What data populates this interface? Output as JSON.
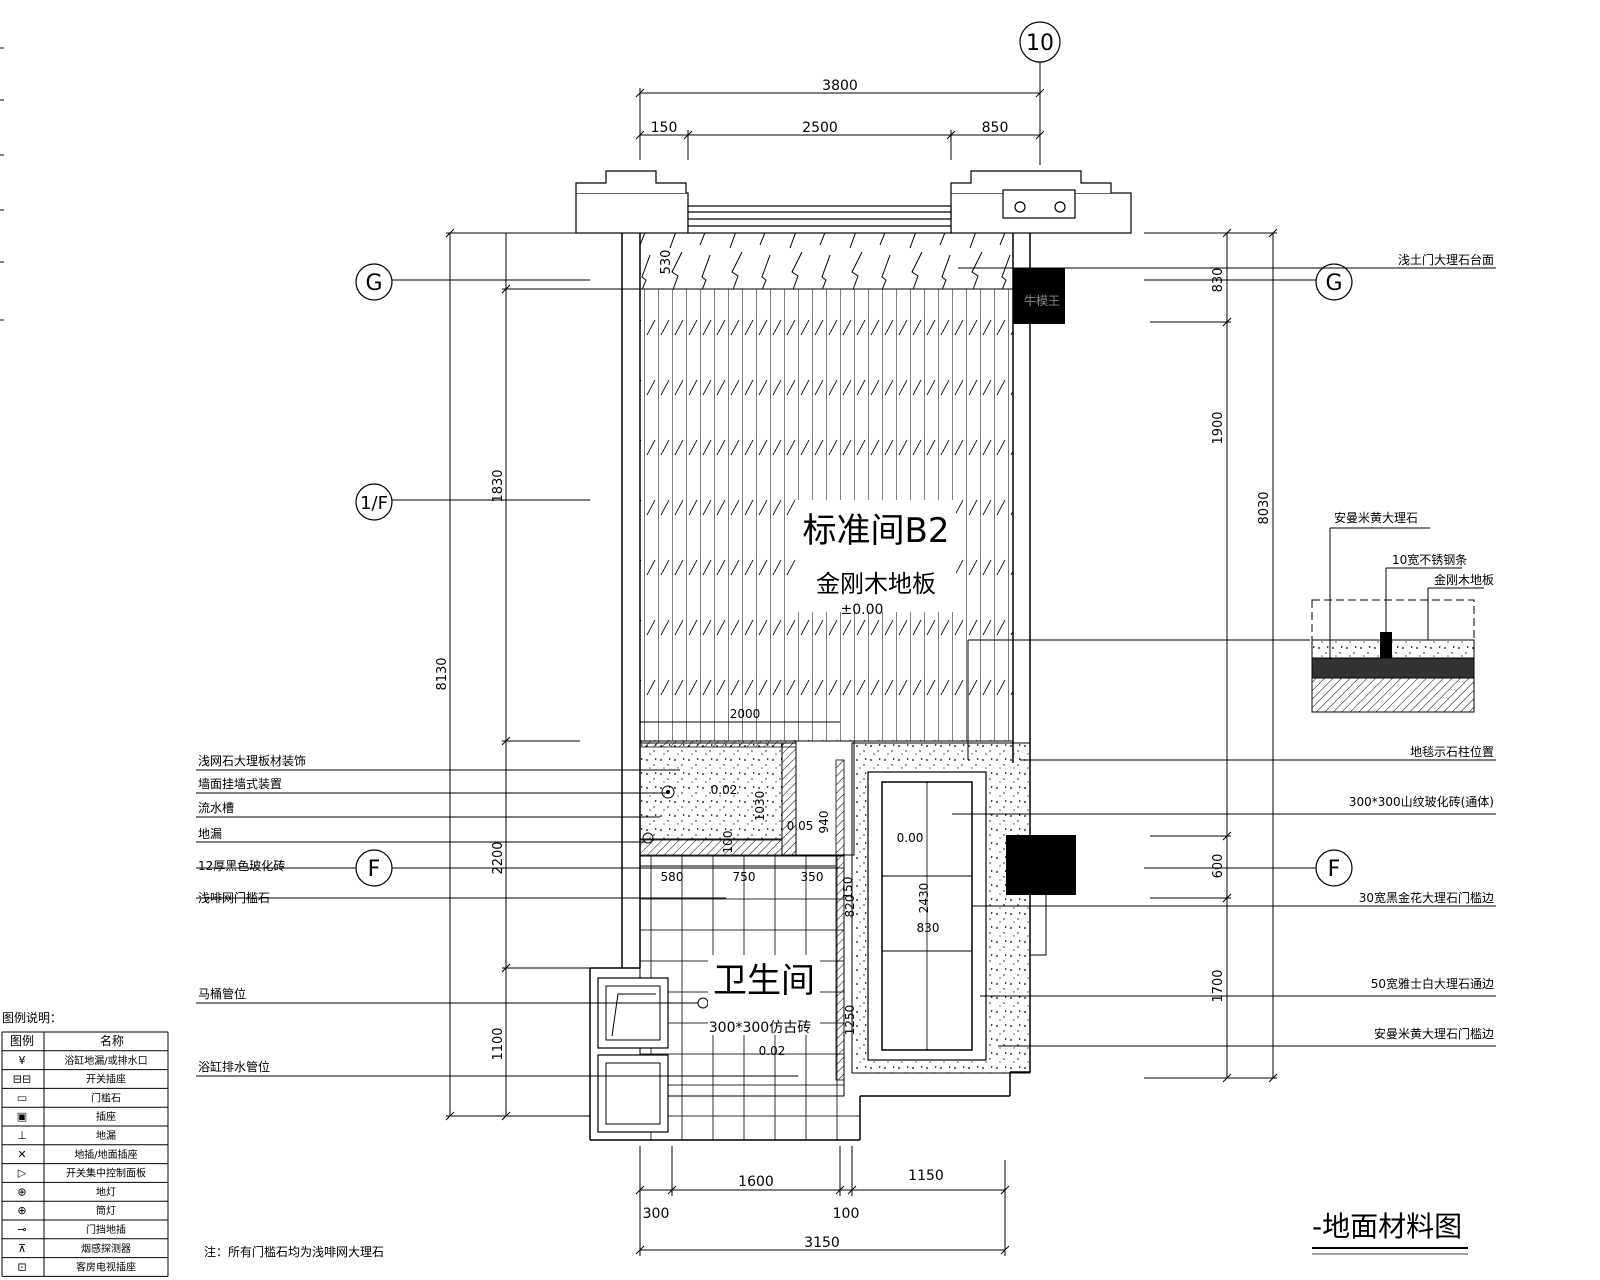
{
  "drawing": {
    "title": "-地面材料图",
    "note": "注：所有门槛石均为浅啡网大理石",
    "room_main": "标准间B2",
    "room_main_floor": "金刚木地板",
    "room_main_level": "±0.00",
    "room_bath": "卫生间",
    "room_bath_floor": "300*300仿古砖",
    "bath_level": "0.02",
    "wash_level": "0.02",
    "shower_level": "0.00",
    "step_level": "0.05",
    "watermark": "牛模王"
  },
  "axes": {
    "top": "10",
    "g_left": "G",
    "g_right": "G",
    "f_left": "F",
    "f_right": "F",
    "f_half": "1/F"
  },
  "dimensions": {
    "top_total": "3800",
    "top_a": "150",
    "top_b": "2500",
    "top_c": "850",
    "left_total": "8130",
    "left_a": "530",
    "left_b": "1830",
    "left_c": "2200",
    "left_d": "1100",
    "right_total": "8030",
    "right_a": "830",
    "right_b": "1900",
    "right_c": "600",
    "right_d": "1700",
    "bottom_total": "3150",
    "bottom_a": "300",
    "bottom_b": "1600",
    "bottom_c": "100",
    "bottom_d": "1150",
    "inner_2000": "2000",
    "inner_940": "940",
    "inner_1030": "1030",
    "inner_580": "580",
    "inner_750": "750",
    "inner_350": "350",
    "inner_100": "100",
    "inner_820": "820",
    "inner_2430": "2430",
    "inner_830": "830",
    "inner_1250": "1250",
    "inner_150": "150"
  },
  "callouts_left": [
    "浅网石大理板材装饰",
    "墙面挂墙式装置",
    "流水槽",
    "地漏",
    "12厚黑色玻化砖",
    "浅啡网门槛石",
    "马桶管位",
    "浴缸排水管位"
  ],
  "callouts_right": [
    "浅土门大理石台面",
    "地毯示石柱位置",
    "300*300山纹玻化砖(通体)",
    "30宽黑金花大理石门槛边",
    "50宽雅士白大理石通边",
    "安曼米黄大理石门槛边"
  ],
  "detail": {
    "label_a": "安曼米黄大理石",
    "label_b": "10宽不锈钢条",
    "label_c": "金刚木地板"
  },
  "legend": {
    "title": "图例说明：",
    "headers": [
      "图例",
      "名称"
    ],
    "items": [
      {
        "icon": "floor-drain-icon",
        "name": "浴缸地漏/或排水口"
      },
      {
        "icon": "double-outlet-icon",
        "name": "开关插座"
      },
      {
        "icon": "threshold-icon",
        "name": "门槛石"
      },
      {
        "icon": "socket-icon",
        "name": "插座"
      },
      {
        "icon": "drain-icon",
        "name": "地漏"
      },
      {
        "icon": "floor-socket-icon",
        "name": "地插/地面插座"
      },
      {
        "icon": "panel-icon",
        "name": "开关集中控制面板"
      },
      {
        "icon": "floor-light-icon",
        "name": "地灯"
      },
      {
        "icon": "lamp-icon",
        "name": "筒灯"
      },
      {
        "icon": "door-stop-icon",
        "name": "门挡地插"
      },
      {
        "icon": "smoke-detector-icon",
        "name": "烟感探测器"
      },
      {
        "icon": "tv-icon",
        "name": "客房电视插座"
      }
    ]
  }
}
